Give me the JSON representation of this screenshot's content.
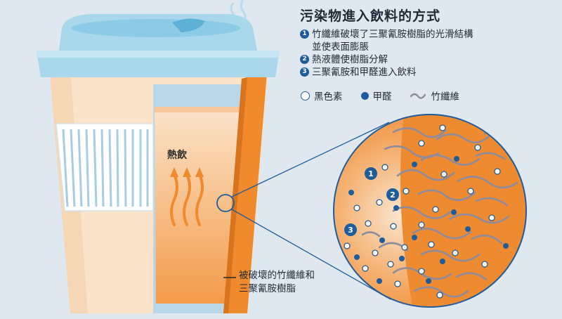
{
  "title": "污染物進入飲料的方式",
  "steps": [
    {
      "num": "1",
      "line1": "竹纖維破壞了三聚氰胺樹脂的光滑結構",
      "line2": "並使表面膨脹"
    },
    {
      "num": "2",
      "line1": "熱液體使樹脂分解"
    },
    {
      "num": "3",
      "line1": "三聚氰胺和甲醛進入飲料"
    }
  ],
  "legend": [
    {
      "label": "黑色素",
      "symbol": "white-dot-icon"
    },
    {
      "label": "甲醛",
      "symbol": "blue-dot-icon"
    },
    {
      "label": "竹纖維",
      "symbol": "fiber-wave-icon"
    }
  ],
  "cup": {
    "hot_drink_label": "熱飲"
  },
  "callout": {
    "line1": "被破壞的竹纖維和",
    "line2": "三聚氰胺樹脂"
  },
  "colors": {
    "background": "#dfe7ef",
    "lid": "#a9d8ec",
    "lid_dark": "#7fc2de",
    "cup_light": "#fbe3c9",
    "orange": "#f08a2c",
    "dark_blue": "#1f5c9c",
    "fiber": "#8c8c9e"
  }
}
